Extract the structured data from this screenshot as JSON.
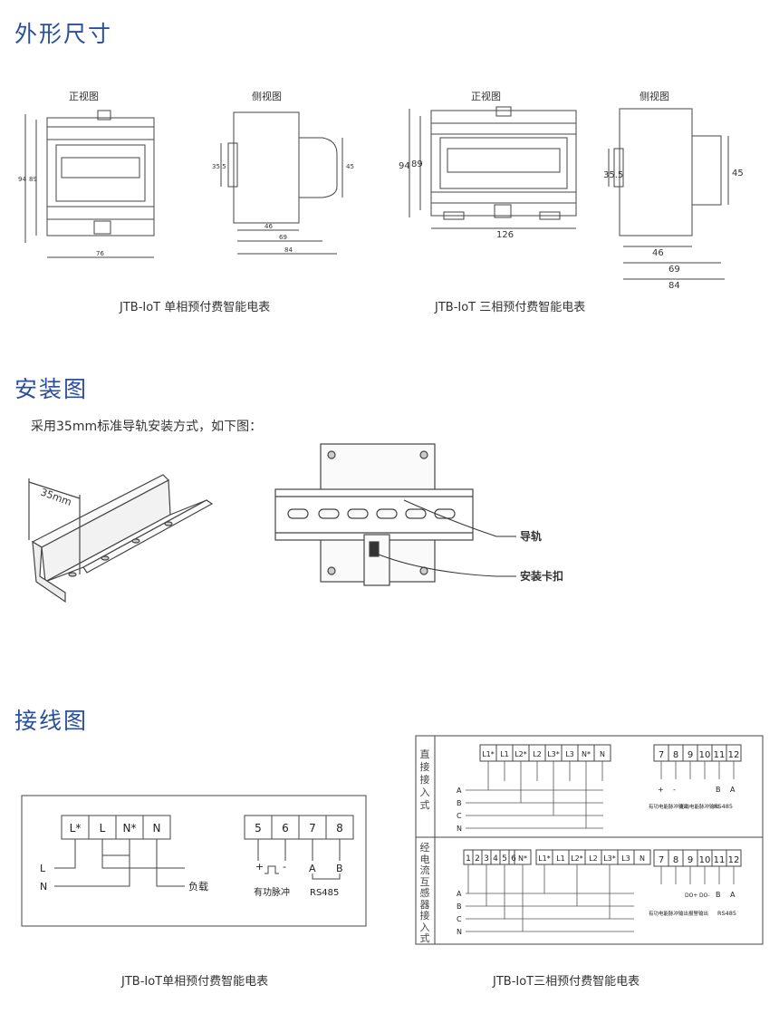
{
  "sections": {
    "dimensions": "外形尺寸",
    "install": "安装图",
    "wiring": "接线图"
  },
  "dimensions": {
    "single": {
      "front_label": "正视图",
      "side_label": "侧视图",
      "caption": "JTB-IoT 单相预付费智能电表",
      "dims_front": [
        "94",
        "89",
        "76"
      ],
      "dims_side": [
        "35.5",
        "45",
        "46",
        "69",
        "84"
      ]
    },
    "three": {
      "front_label": "正视图",
      "side_label": "侧视图",
      "caption": "JTB-IoT 三相预付费智能电表",
      "dims_front": [
        "94",
        "89",
        "126"
      ],
      "dims_side": [
        "35.5",
        "45",
        "46",
        "69",
        "84"
      ]
    }
  },
  "install": {
    "desc": "采用35mm标准导轨安装方式，如下图：",
    "rail_width": "35mm",
    "label_rail": "导轨",
    "label_clip": "安装卡扣"
  },
  "wiring": {
    "single": {
      "terminals_main": [
        "L*",
        "L",
        "N*",
        "N"
      ],
      "terminals_aux": [
        "5",
        "6",
        "7",
        "8"
      ],
      "line_L": "L",
      "line_N": "N",
      "load": "负载",
      "pulse": "有功脉冲",
      "rs485": "RS485",
      "plus": "+",
      "minus": "-",
      "a": "A",
      "b": "B",
      "caption": "JTB-IoT单相预付费智能电表"
    },
    "three": {
      "direct_label": "直接接入式",
      "ct_label": "经电流互感器接入式",
      "terminals_direct": [
        "L1*",
        "L1",
        "L2*",
        "L2",
        "L3*",
        "L3",
        "N*",
        "N"
      ],
      "terminals_ct_pre": [
        "1",
        "2",
        "3",
        "4",
        "5",
        "6",
        "N*"
      ],
      "terminals_ct": [
        "L1*",
        "L1",
        "L2*",
        "L2",
        "L3*",
        "L3",
        "N"
      ],
      "terminals_aux": [
        "7",
        "8",
        "9",
        "10",
        "11",
        "12"
      ],
      "phases": [
        "A",
        "B",
        "C",
        "N"
      ],
      "out_direct": [
        "有功电能脉冲输出",
        "无功电能脉冲输出",
        "RS485"
      ],
      "out_ct": [
        "有功电能脉冲输出",
        "报警输出",
        "RS485"
      ],
      "do_plus": "DO+",
      "do_minus": "DO-",
      "caption": "JTB-IoT三相预付费智能电表"
    }
  }
}
